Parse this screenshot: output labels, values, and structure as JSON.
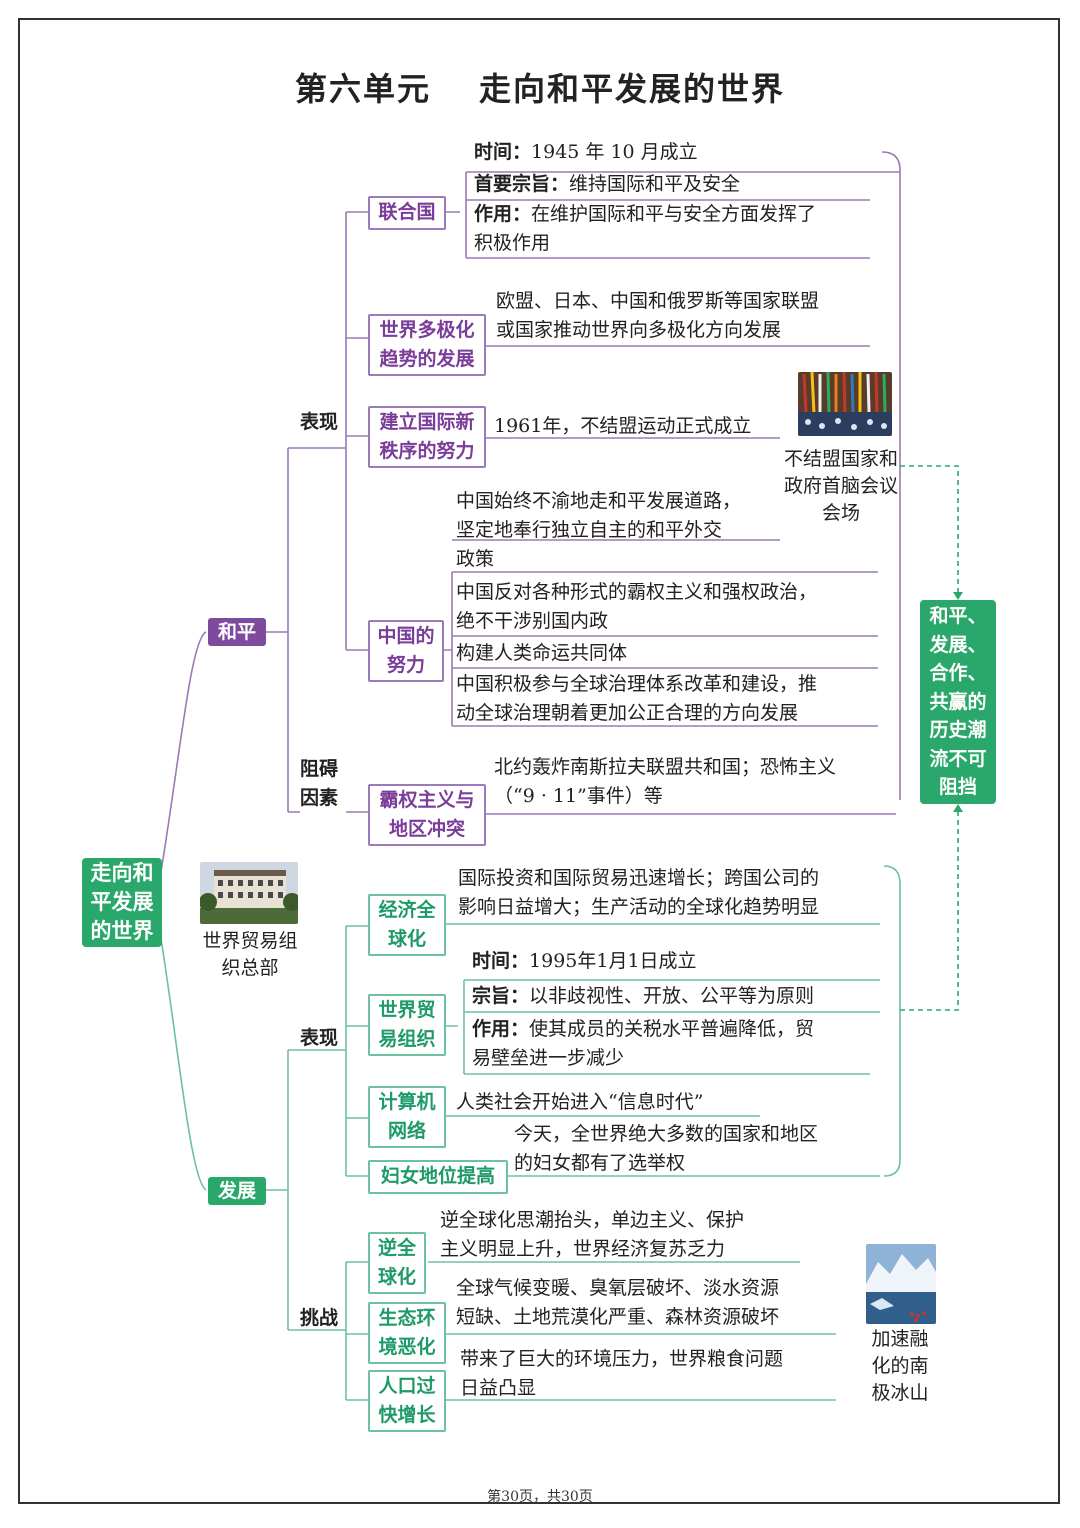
{
  "title": {
    "unit": "第六单元",
    "name": "走向和平发展的世界"
  },
  "root": "走向和平发展的世界",
  "conclusion": "和平、发展、合作、共赢的历史潮流不可阻挡",
  "peace": {
    "label": "和平",
    "manifest_label": "表现",
    "obstacle_label": "阻碍因素",
    "un": {
      "label": "联合国",
      "time_key": "时间：",
      "time_val": "1945 年 10 月成立",
      "aim_key": "首要宗旨：",
      "aim_val": "维持国际和平及安全",
      "role_key": "作用：",
      "role_val_1": "在维护国际和平与安全方面发挥了",
      "role_val_2": "积极作用"
    },
    "multipolar": {
      "label": "世界多极化趋势的发展",
      "line1": "欧盟、日本、中国和俄罗斯等国家联盟",
      "line2": "或国家推动世界向多极化方向发展"
    },
    "new_order": {
      "label": "建立国际新秩序的努力",
      "text": "1961年，不结盟运动正式成立"
    },
    "china": {
      "label": "中国的努力",
      "p1_l1": "中国始终不渝地走和平发展道路，",
      "p1_l2": "坚定地奉行独立自主的和平外交",
      "p1_l3": "政策",
      "p2_l1": "中国反对各种形式的霸权主义和强权政治，",
      "p2_l2": "绝不干涉别国内政",
      "p3": "构建人类命运共同体",
      "p4_l1": "中国积极参与全球治理体系改革和建设，推",
      "p4_l2": "动全球治理朝着更加公正合理的方向发展"
    },
    "hegemony": {
      "label": "霸权主义与地区冲突",
      "line1": "北约轰炸南斯拉夫联盟共和国；恐怖主义",
      "line2": "（“9 · 11”事件）等"
    },
    "photo_caption": "不结盟国家和政府首脑会议会场"
  },
  "development": {
    "label": "发展",
    "manifest_label": "表现",
    "challenge_label": "挑战",
    "economy": {
      "label": "经济全球化",
      "line1": "国际投资和国际贸易迅速增长；跨国公司的",
      "line2": "影响日益增大；生产活动的全球化趋势明显"
    },
    "wto": {
      "label": "世界贸易组织",
      "time_key": "时间：",
      "time_val": "1995年1月1日成立",
      "aim_key": "宗旨：",
      "aim_val": "以非歧视性、开放、公平等为原则",
      "role_key": "作用：",
      "role_val_1": "使其成员的关税水平普遍降低，贸",
      "role_val_2": "易壁垒进一步减少"
    },
    "network": {
      "label": "计算机网络",
      "text": "人类社会开始进入“信息时代”"
    },
    "women": {
      "label": "妇女地位提高",
      "line1": "今天，全世界绝大多数的国家和地区",
      "line2": "的妇女都有了选举权"
    },
    "anti_global": {
      "label": "逆全球化",
      "line1": "逆全球化思潮抬头，单边主义、保护",
      "line2": "主义明显上升，世界经济复苏乏力"
    },
    "eco": {
      "label": "生态环境恶化",
      "line1": "全球气候变暖、臭氧层破坏、淡水资源",
      "line2": "短缺、土地荒漠化严重、森林资源破坏"
    },
    "population": {
      "label": "人口过快增长",
      "line1": "带来了巨大的环境压力，世界粮食问题",
      "line2": "日益凸显"
    },
    "wto_caption": "世界贸易组织总部",
    "ice_caption": "加速融化的南极冰山"
  },
  "footer": "第30页，共30页",
  "colors": {
    "purple": "#7e4a9e",
    "purple_line": "#9a7ab8",
    "green": "#2aa76a",
    "green_line": "#6ec1a0"
  }
}
